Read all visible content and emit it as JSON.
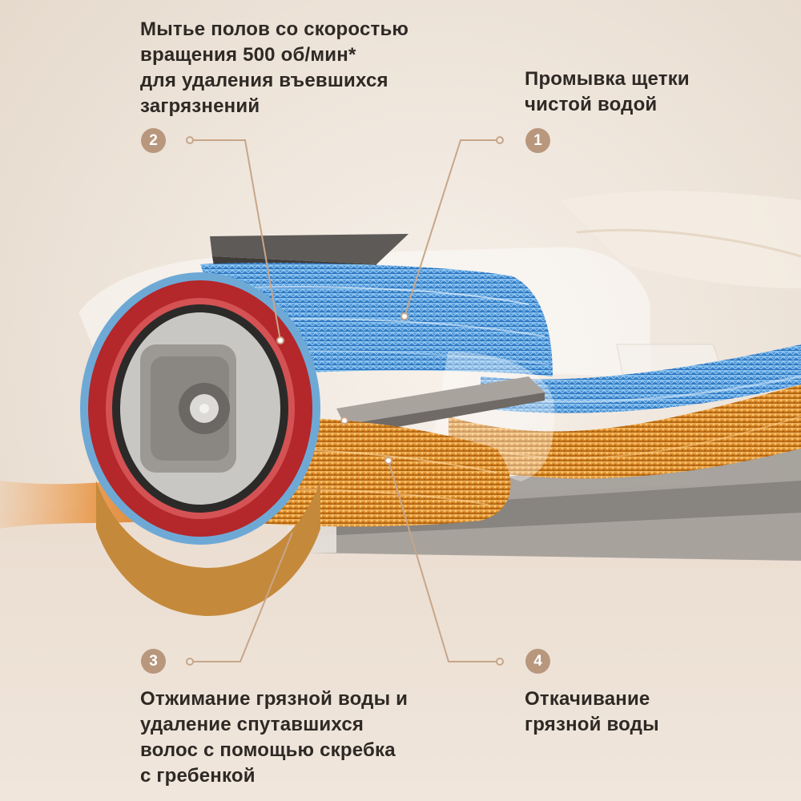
{
  "callouts": [
    {
      "number": "1",
      "lines": [
        "Промывка щетки",
        "чистой водой"
      ]
    },
    {
      "number": "2",
      "lines": [
        "Мытье полов со скоростью",
        "вращения 500 об/мин*",
        "для удаления въевшихся",
        "загрязнений"
      ]
    },
    {
      "number": "3",
      "lines": [
        "Отжимание грязной воды и",
        "удаление спутавшихся",
        "волос с помощью скребка",
        "с гребенкой"
      ]
    },
    {
      "number": "4",
      "lines": [
        "Откачивание",
        "грязной воды"
      ]
    }
  ],
  "colors": {
    "background": "#efe6dc",
    "badge": "#b8977d",
    "roller_clean_water": "#4a9be0",
    "roller_dirty_water": "#d98a2a",
    "roller_cap_ring": "#b4272a",
    "leader_line": "#c7a68a"
  }
}
